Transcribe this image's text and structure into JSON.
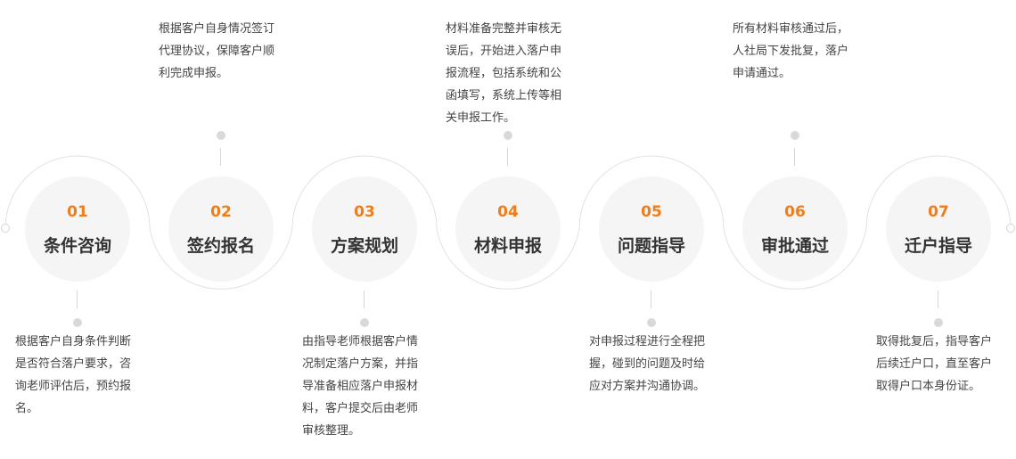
{
  "steps": [
    {
      "num": "01",
      "title": "条件咨询",
      "desc": [
        "根据客户自身条件判断",
        "是否符合落户要求，咨",
        "询老师评估后，预约报",
        "名。"
      ]
    },
    {
      "num": "02",
      "title": "签约报名",
      "desc": [
        "根据客户自身情况签订",
        "代理协议，保障客户顺",
        "利完成申报。"
      ]
    },
    {
      "num": "03",
      "title": "方案规划",
      "desc": [
        "由指导老师根据客户情",
        "况制定落户方案，并指",
        "导准备相应落户申报材",
        "料，客户提交后由老师",
        "审核整理。"
      ]
    },
    {
      "num": "04",
      "title": "材料申报",
      "desc": [
        "材料准备完整并审核无",
        "误后，开始进入落户申",
        "报流程，包括系统和公",
        "函填写，系统上传等相",
        "关申报工作。"
      ]
    },
    {
      "num": "05",
      "title": "问题指导",
      "desc": [
        "对申报过程进行全程把",
        "握，碰到的问题及时给",
        "应对方案并沟通协调。"
      ]
    },
    {
      "num": "06",
      "title": "审批通过",
      "desc": [
        "所有材料审核通过后，",
        "人社局下发批复，落户",
        "申请通过。"
      ]
    },
    {
      "num": "07",
      "title": "迁户指导",
      "desc": [
        "取得批复后，指导客户",
        "后续迁户口，直至客户",
        "取得户口本身份证。"
      ]
    }
  ],
  "colors": {
    "accent": "#f07d19",
    "title": "#333333",
    "text": "#444444",
    "line": "#e2e2e2"
  }
}
